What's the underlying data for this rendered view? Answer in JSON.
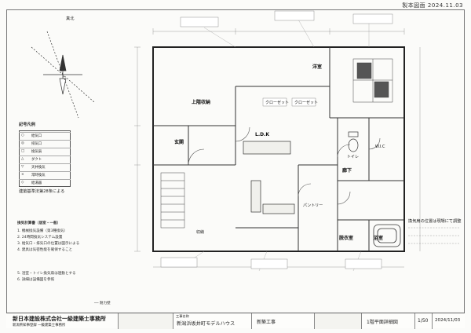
{
  "header": {
    "stamp": "製本図面 2024.11.03"
  },
  "rooms": {
    "yoshitsu": "洋室",
    "ldk": "L.D.K",
    "joge_shuno": "上階収納",
    "genkan": "玄関",
    "rouka": "廊下",
    "senmen": "脱衣室",
    "yokushitsu": "浴室",
    "toilet": "トイレ",
    "wic": "W.I.C",
    "pantry": "パントリー",
    "clo1": "クローゼット",
    "clo2": "クローゼット",
    "shuno": "収納"
  },
  "labels": {
    "compass": "真北",
    "legend_title": "記号凡例",
    "legend_note": "建築基準法第28条による",
    "notes_title": "換気計算書（居室・一般）",
    "notes_1": "1. 機械換気設備（第3種換気）",
    "notes_2": "2. 24時間換気システム設置",
    "notes_3": "3. 給気口・排気口の位置は図示による",
    "notes_4": "4. 建具は気密性能を確保すること",
    "notes_5": "5. 浴室・トイレ換気扇は連動とする",
    "notes_6": "6. 詳細は設備図を参照",
    "symbol_note": "── 耐力壁",
    "right_note": "換気扇の位置は現場にて調整"
  },
  "legend_rows": [
    {
      "sym": "○",
      "text": "給気口"
    },
    {
      "sym": "◎",
      "text": "排気口"
    },
    {
      "sym": "□",
      "text": "換気扇"
    },
    {
      "sym": "△",
      "text": "ダクト"
    },
    {
      "sym": "▽",
      "text": "天井換気"
    },
    {
      "sym": "×",
      "text": "常時換気"
    },
    {
      "sym": "◇",
      "text": "給湯器"
    }
  ],
  "titleblock": {
    "company": "新日本建設株式会社一級建築士事務所",
    "company_sub": "新潟県知事登録 一級建築士事務所",
    "project": "新潟浜坂井町モデルハウス",
    "project_label": "工事名称",
    "drawing_type": "新築工事",
    "drawing_name": "1階平面詳細図",
    "scale": "1/50",
    "date": "2024/11/03"
  }
}
